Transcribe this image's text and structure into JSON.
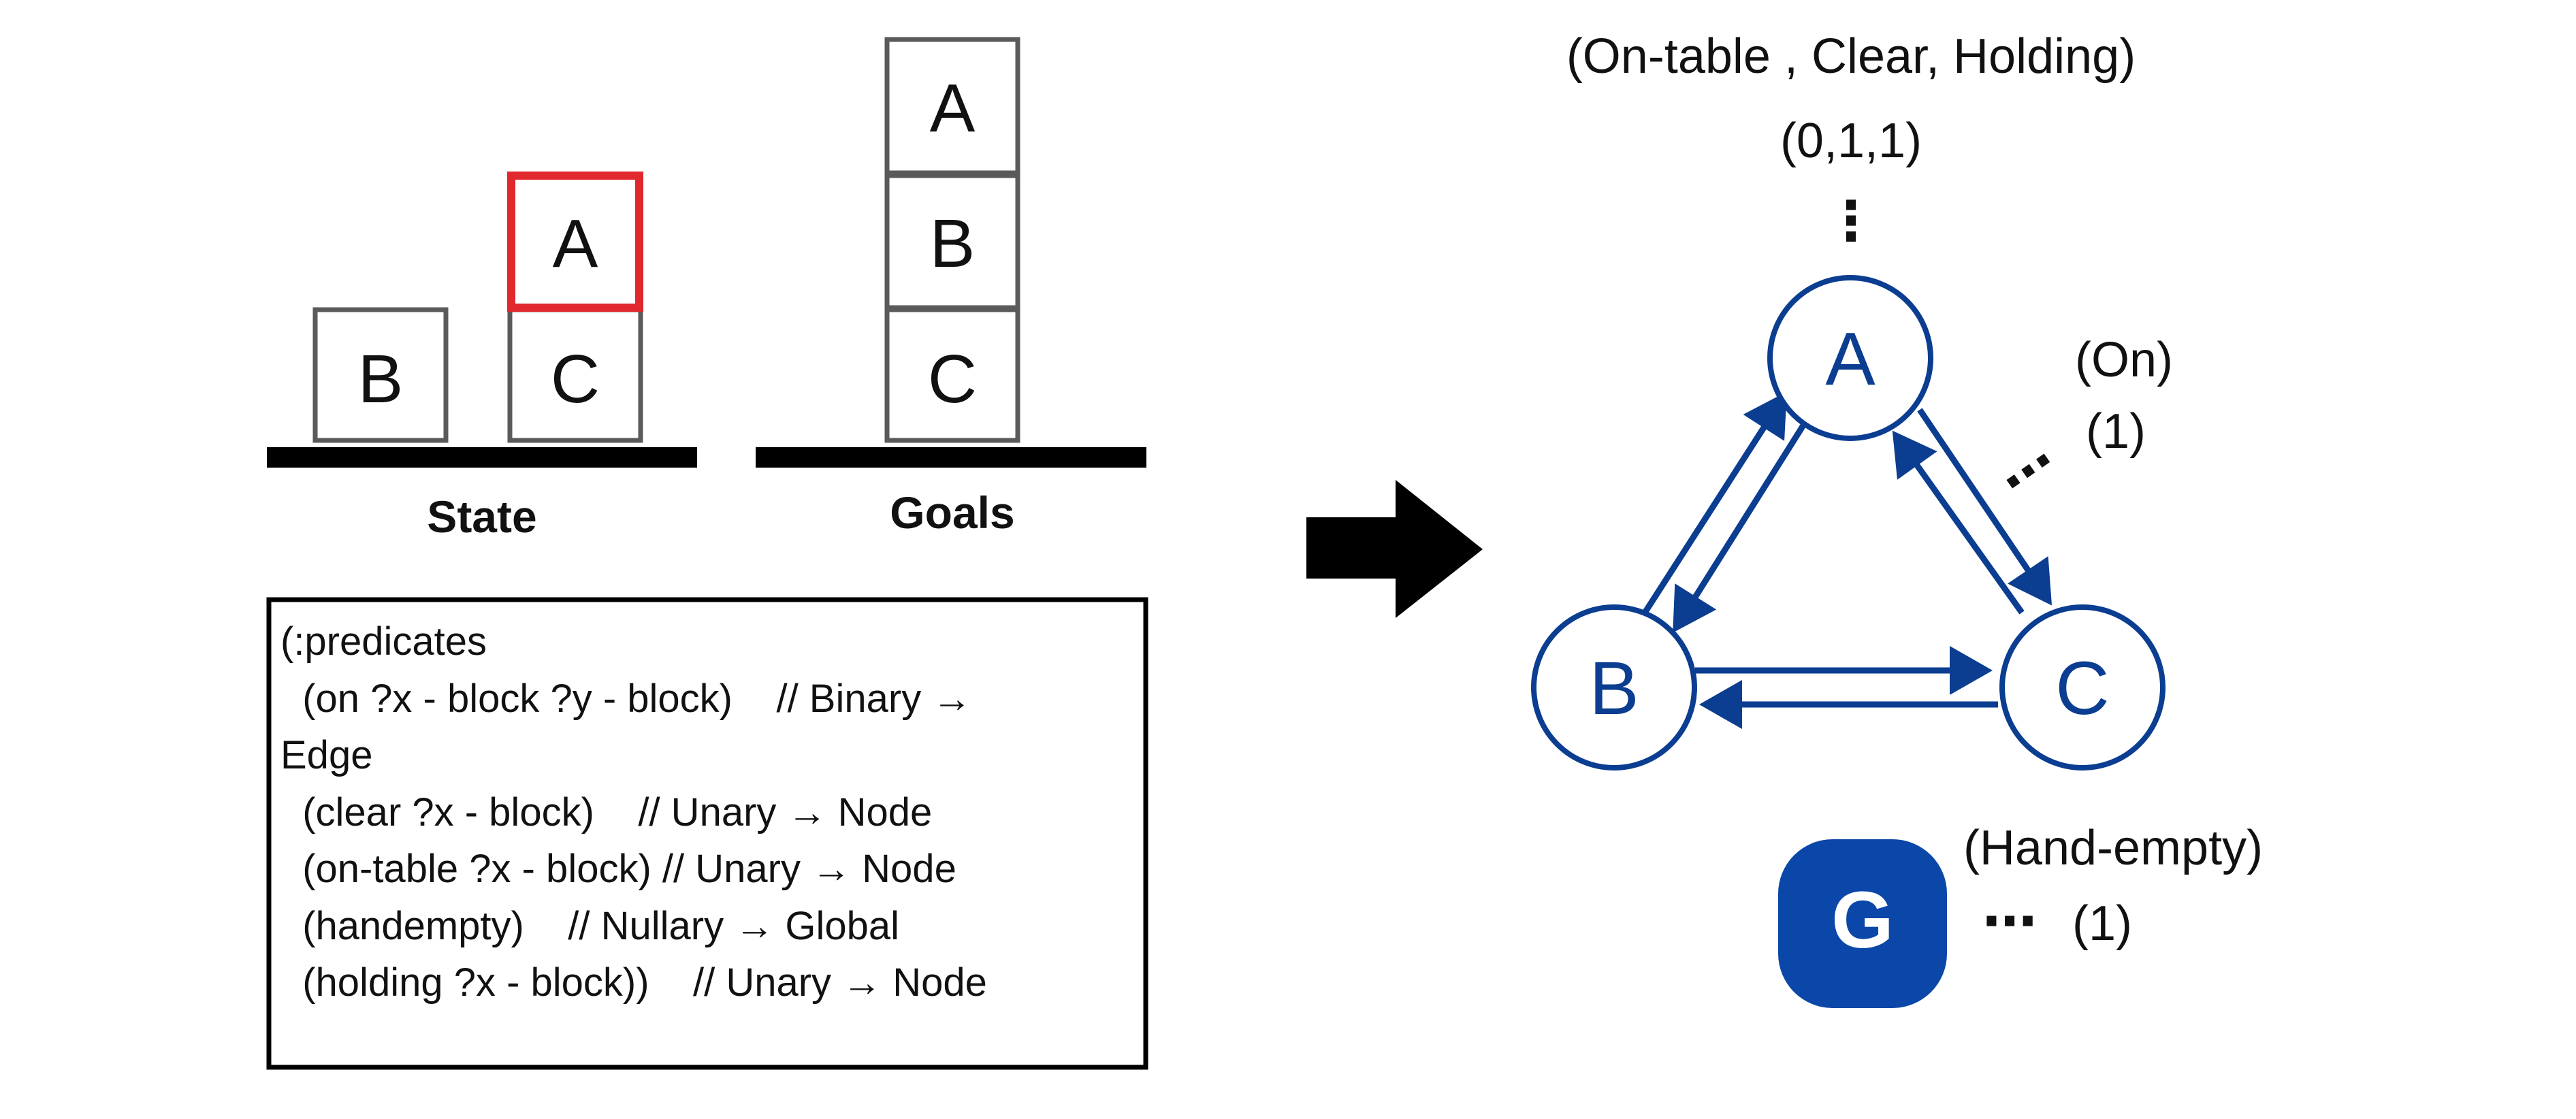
{
  "state": {
    "title": "State",
    "blocks": [
      {
        "label": "B",
        "highlight": false
      },
      {
        "label": "C",
        "highlight": false
      },
      {
        "label": "A",
        "highlight": true
      }
    ]
  },
  "goals": {
    "title": "Goals",
    "blocks": [
      {
        "label": "C"
      },
      {
        "label": "B"
      },
      {
        "label": "A"
      }
    ]
  },
  "predicates": {
    "lines": [
      "(:predicates",
      "  (on ?x - block ?y - block)    // Binary →",
      "Edge",
      "  (clear ?x - block)    // Unary → Node",
      "  (on-table ?x - block) // Unary → Node",
      "  (handempty)    // Nullary → Global",
      "  (holding ?x - block))    // Unary → Node"
    ]
  },
  "graph": {
    "nodes": [
      {
        "id": "A",
        "label": "A"
      },
      {
        "id": "B",
        "label": "B"
      },
      {
        "id": "C",
        "label": "C"
      }
    ],
    "node_features_header": "(On-table , Clear, Holding)",
    "node_features_value": "(0,1,1)",
    "edge_feature_header": "(On)",
    "edge_feature_value": "(1)",
    "global_node_label": "G",
    "global_feature_header": "(Hand-empty)",
    "global_feature_value": "(1)",
    "ellipsis": "⋯",
    "vertical_ellipsis": "⋮"
  },
  "colors": {
    "node_stroke": "#0b3d91",
    "global_fill": "#0a47a8",
    "highlight": "#e0282e",
    "block_stroke": "#5a5a5a",
    "table": "#000000"
  }
}
